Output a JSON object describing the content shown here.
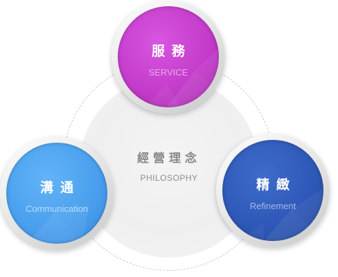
{
  "center": {
    "title": "經營理念",
    "subtitle": "PHILOSOPHY"
  },
  "nodes": [
    {
      "id": "service",
      "title": "服務",
      "subtitle": "SERVICE",
      "color": "#c43ccb"
    },
    {
      "id": "communication",
      "title": "溝通",
      "subtitle": "Communication",
      "color": "#4aa0ee"
    },
    {
      "id": "refinement",
      "title": "精緻",
      "subtitle": "Refinement",
      "color": "#2f59b8"
    }
  ]
}
